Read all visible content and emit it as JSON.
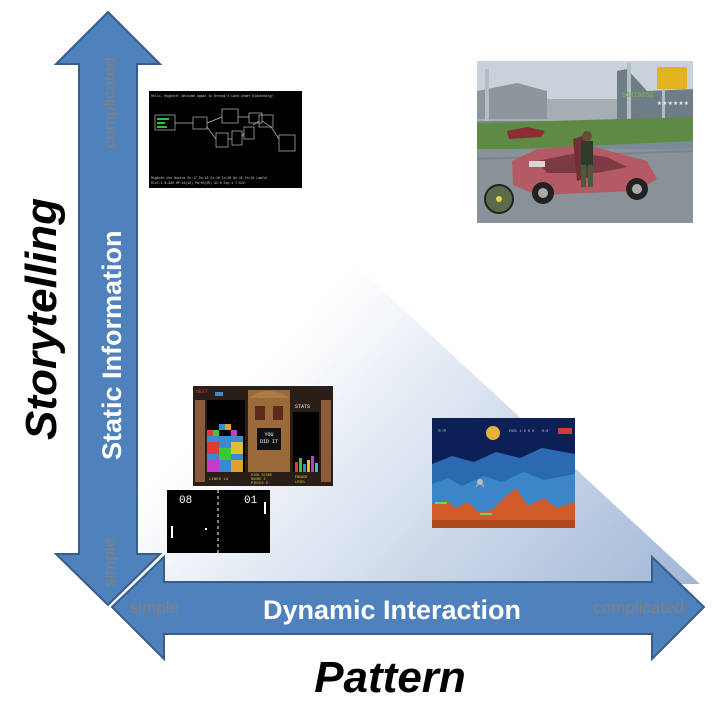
{
  "diagram": {
    "vertical_axis": {
      "title": "Storytelling",
      "band_label": "Static Information",
      "low_label": "simple",
      "high_label": "complicated"
    },
    "horizontal_axis": {
      "title": "Pattern",
      "band_label": "Dynamic Interaction",
      "low_label": "simple",
      "high_label": "complicated"
    },
    "colors": {
      "arrow_fill": "#4f81bd",
      "arrow_stroke": "#385d8a",
      "gradient_start": "#ffffff",
      "gradient_end": "#9fb6d6",
      "axis_label_gray": "#808080"
    },
    "examples": {
      "dungeon_game": {
        "line1": "Hello, Rogboth! Welcome again to Drenok's Land under Blackening!",
        "line2": "Rogboth the Novice     St:17 Dx:16 Co:16 In:08 Wi:15 Ch:10  Lawful",
        "line3": "Dlvl:1 $:328 HP:16(16) Pw:05(05) AC:6  Exp:1 T:522"
      },
      "puzzle_game": {
        "next_label": "NEXT",
        "stats_label": "STATS",
        "message_line1": "YOU",
        "message_line2": "DID IT",
        "footer_left": "LINES 14",
        "footer_mid1": "HIGH SCORE",
        "footer_mid2": "ROUND 5",
        "footer_mid3": "PIECES 6",
        "footer_right1": "ENGAGE",
        "footer_right2": "LEVEL"
      },
      "paddle_game": {
        "score_left": "08",
        "score_right": "01"
      },
      "lander_game": {
        "hud_left": "0:0",
        "hud_mid": "FUEL  1 0 0 0",
        "hud_right": "0:0"
      },
      "driving_game": {
        "hud_money": "$0319800",
        "hud_stars": "★★★★★★"
      }
    }
  }
}
